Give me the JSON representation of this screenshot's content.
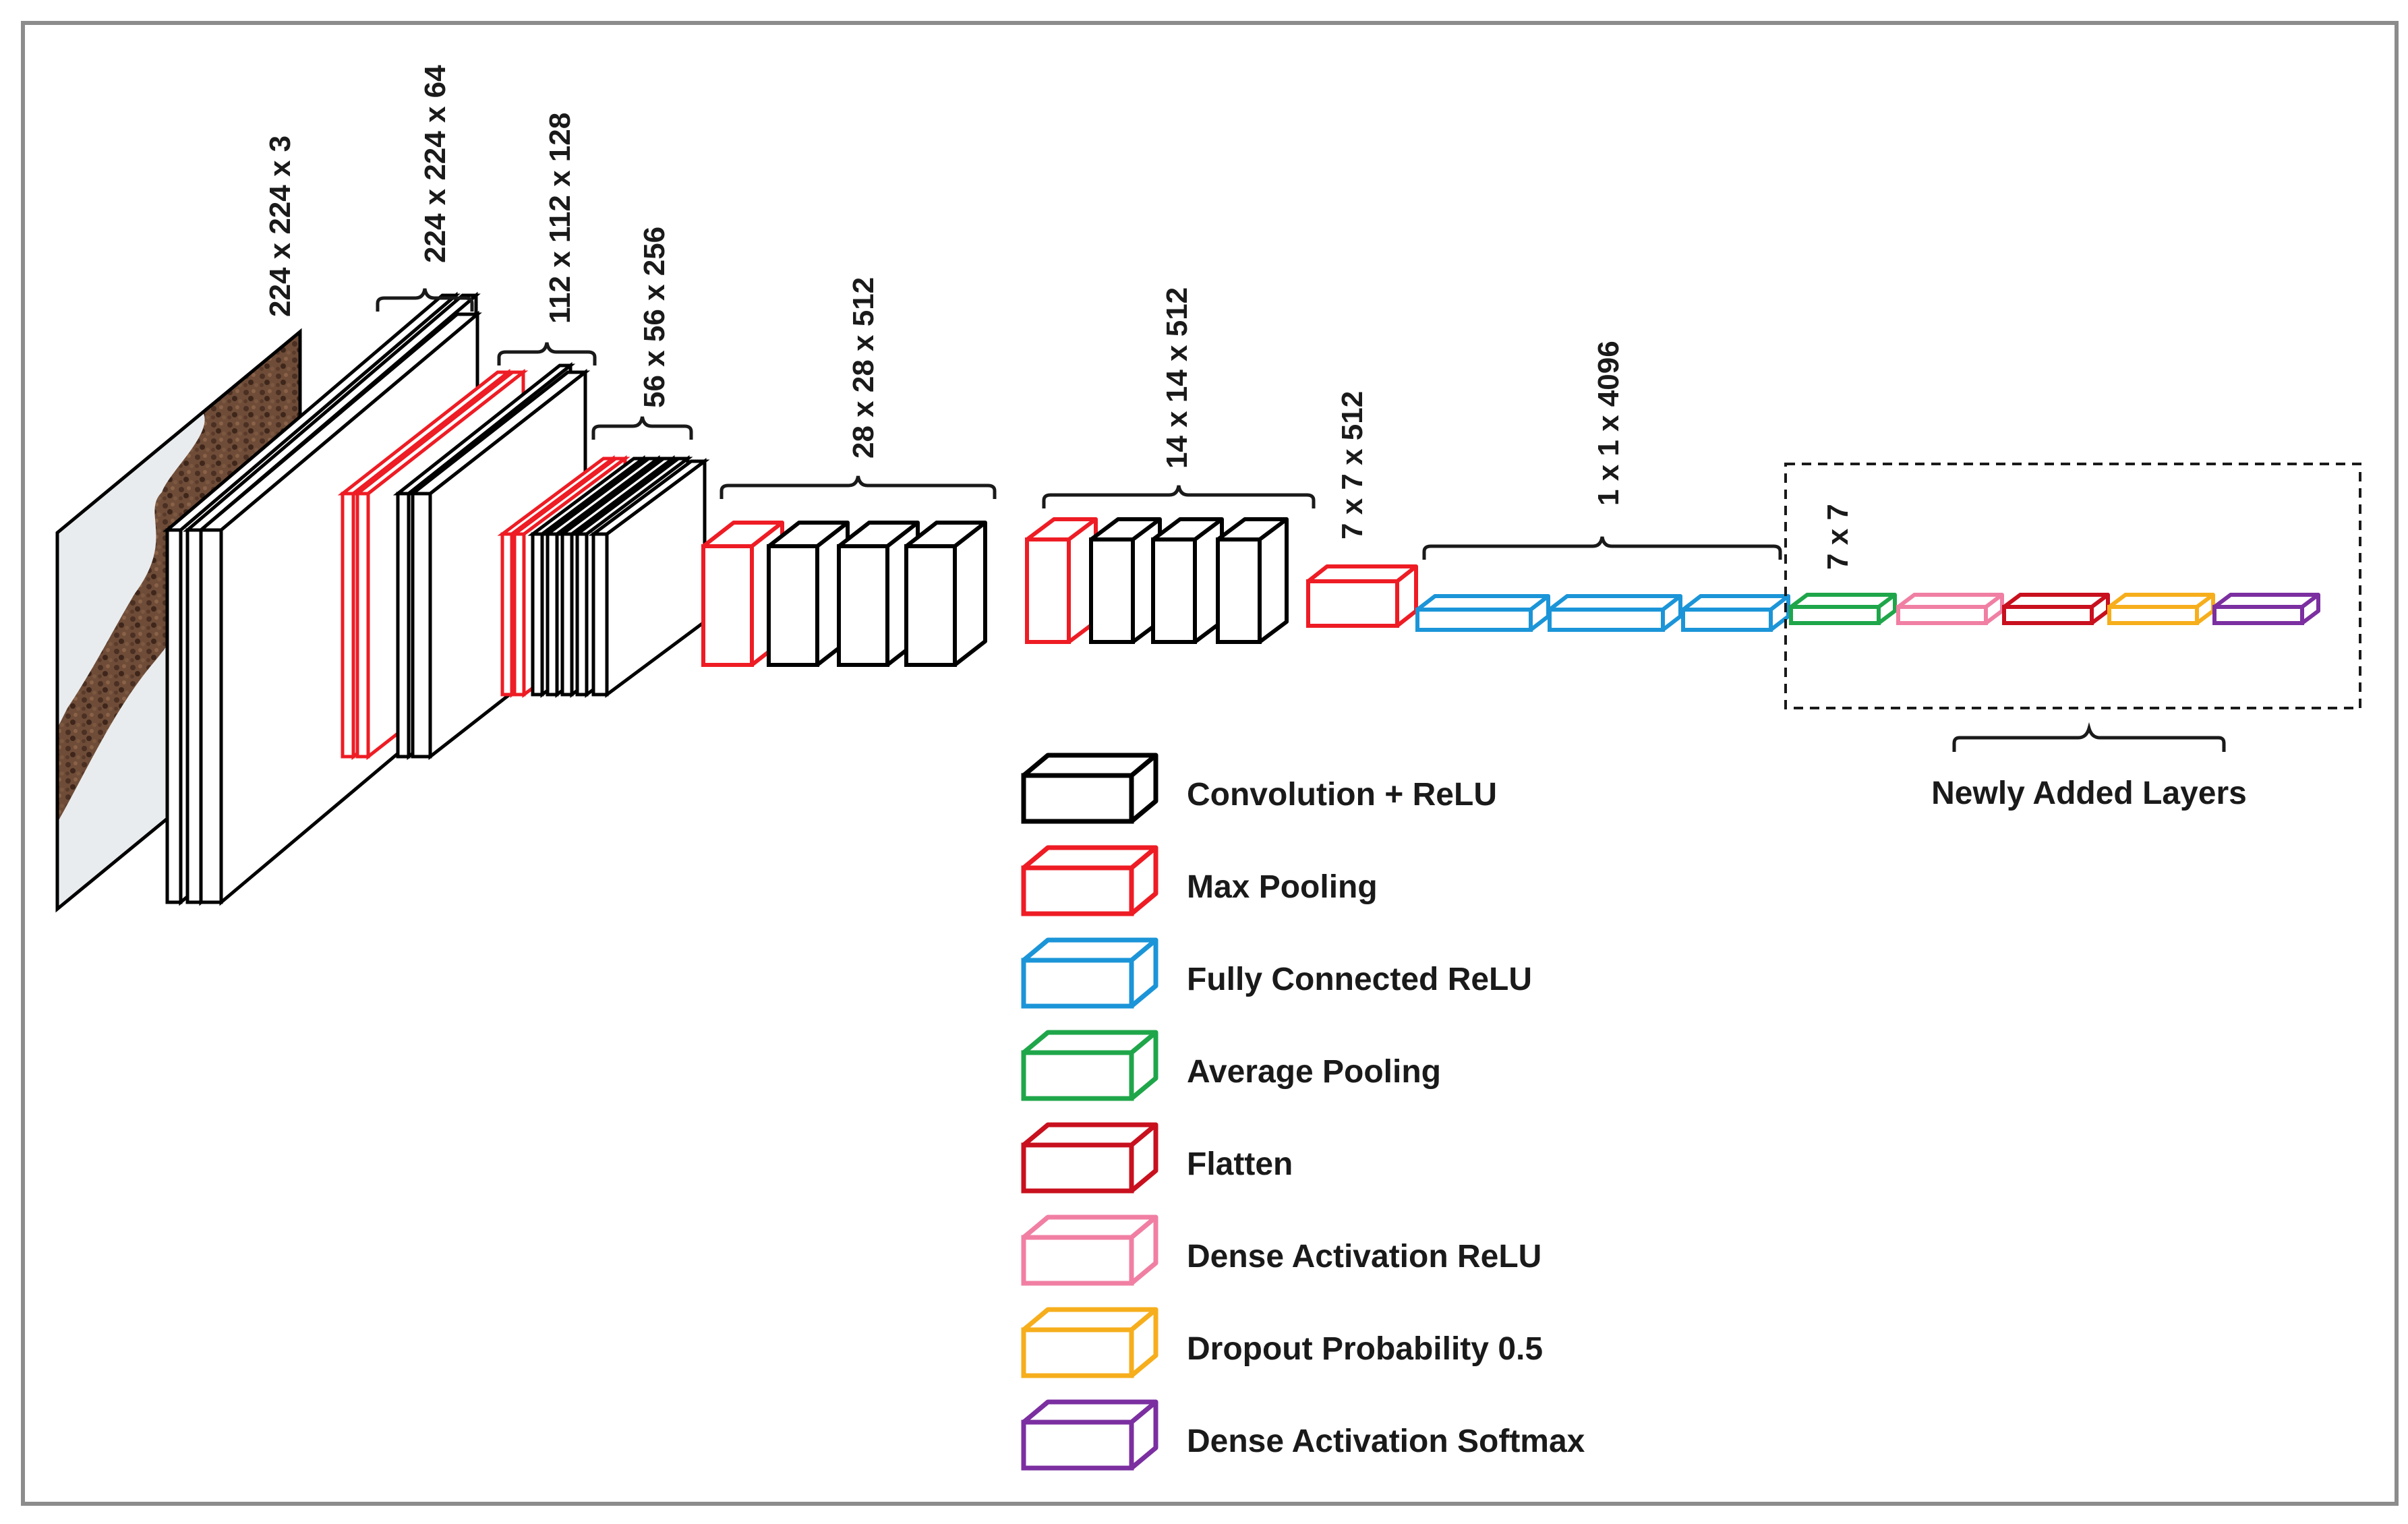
{
  "colors": {
    "conv_relu": "#000000",
    "max_pool": "#ee1c24",
    "fc_relu": "#1b95d8",
    "avg_pool": "#1fa64a",
    "flatten": "#c8101e",
    "dense_relu": "#f07fa3",
    "dropout": "#f6ae1c",
    "softmax": "#7b2fa0",
    "frame": "#8c8c8c"
  },
  "input_image": {
    "icon": "input-image"
  },
  "dimension_labels": [
    "224 x 224 x 3",
    "224 x 224 x 64",
    "112 x 112 x 128",
    "56 x 56 x 256",
    "28 x 28 x 512",
    "14 x 14 x 512",
    "7 x 7 x 512",
    "1 x 1 x 4096",
    "7 x 7"
  ],
  "newly_added": {
    "label": "Newly Added Layers"
  },
  "legend": [
    {
      "label": "Convolution + ReLU",
      "color": "#000000"
    },
    {
      "label": "Max Pooling",
      "color": "#ee1c24"
    },
    {
      "label": "Fully Connected ReLU",
      "color": "#1b95d8"
    },
    {
      "label": "Average Pooling",
      "color": "#1fa64a"
    },
    {
      "label": "Flatten",
      "color": "#c8101e"
    },
    {
      "label": "Dense Activation ReLU",
      "color": "#f07fa3"
    },
    {
      "label": "Dropout Probability 0.5",
      "color": "#f6ae1c"
    },
    {
      "label": "Dense Activation Softmax",
      "color": "#7b2fa0"
    }
  ]
}
